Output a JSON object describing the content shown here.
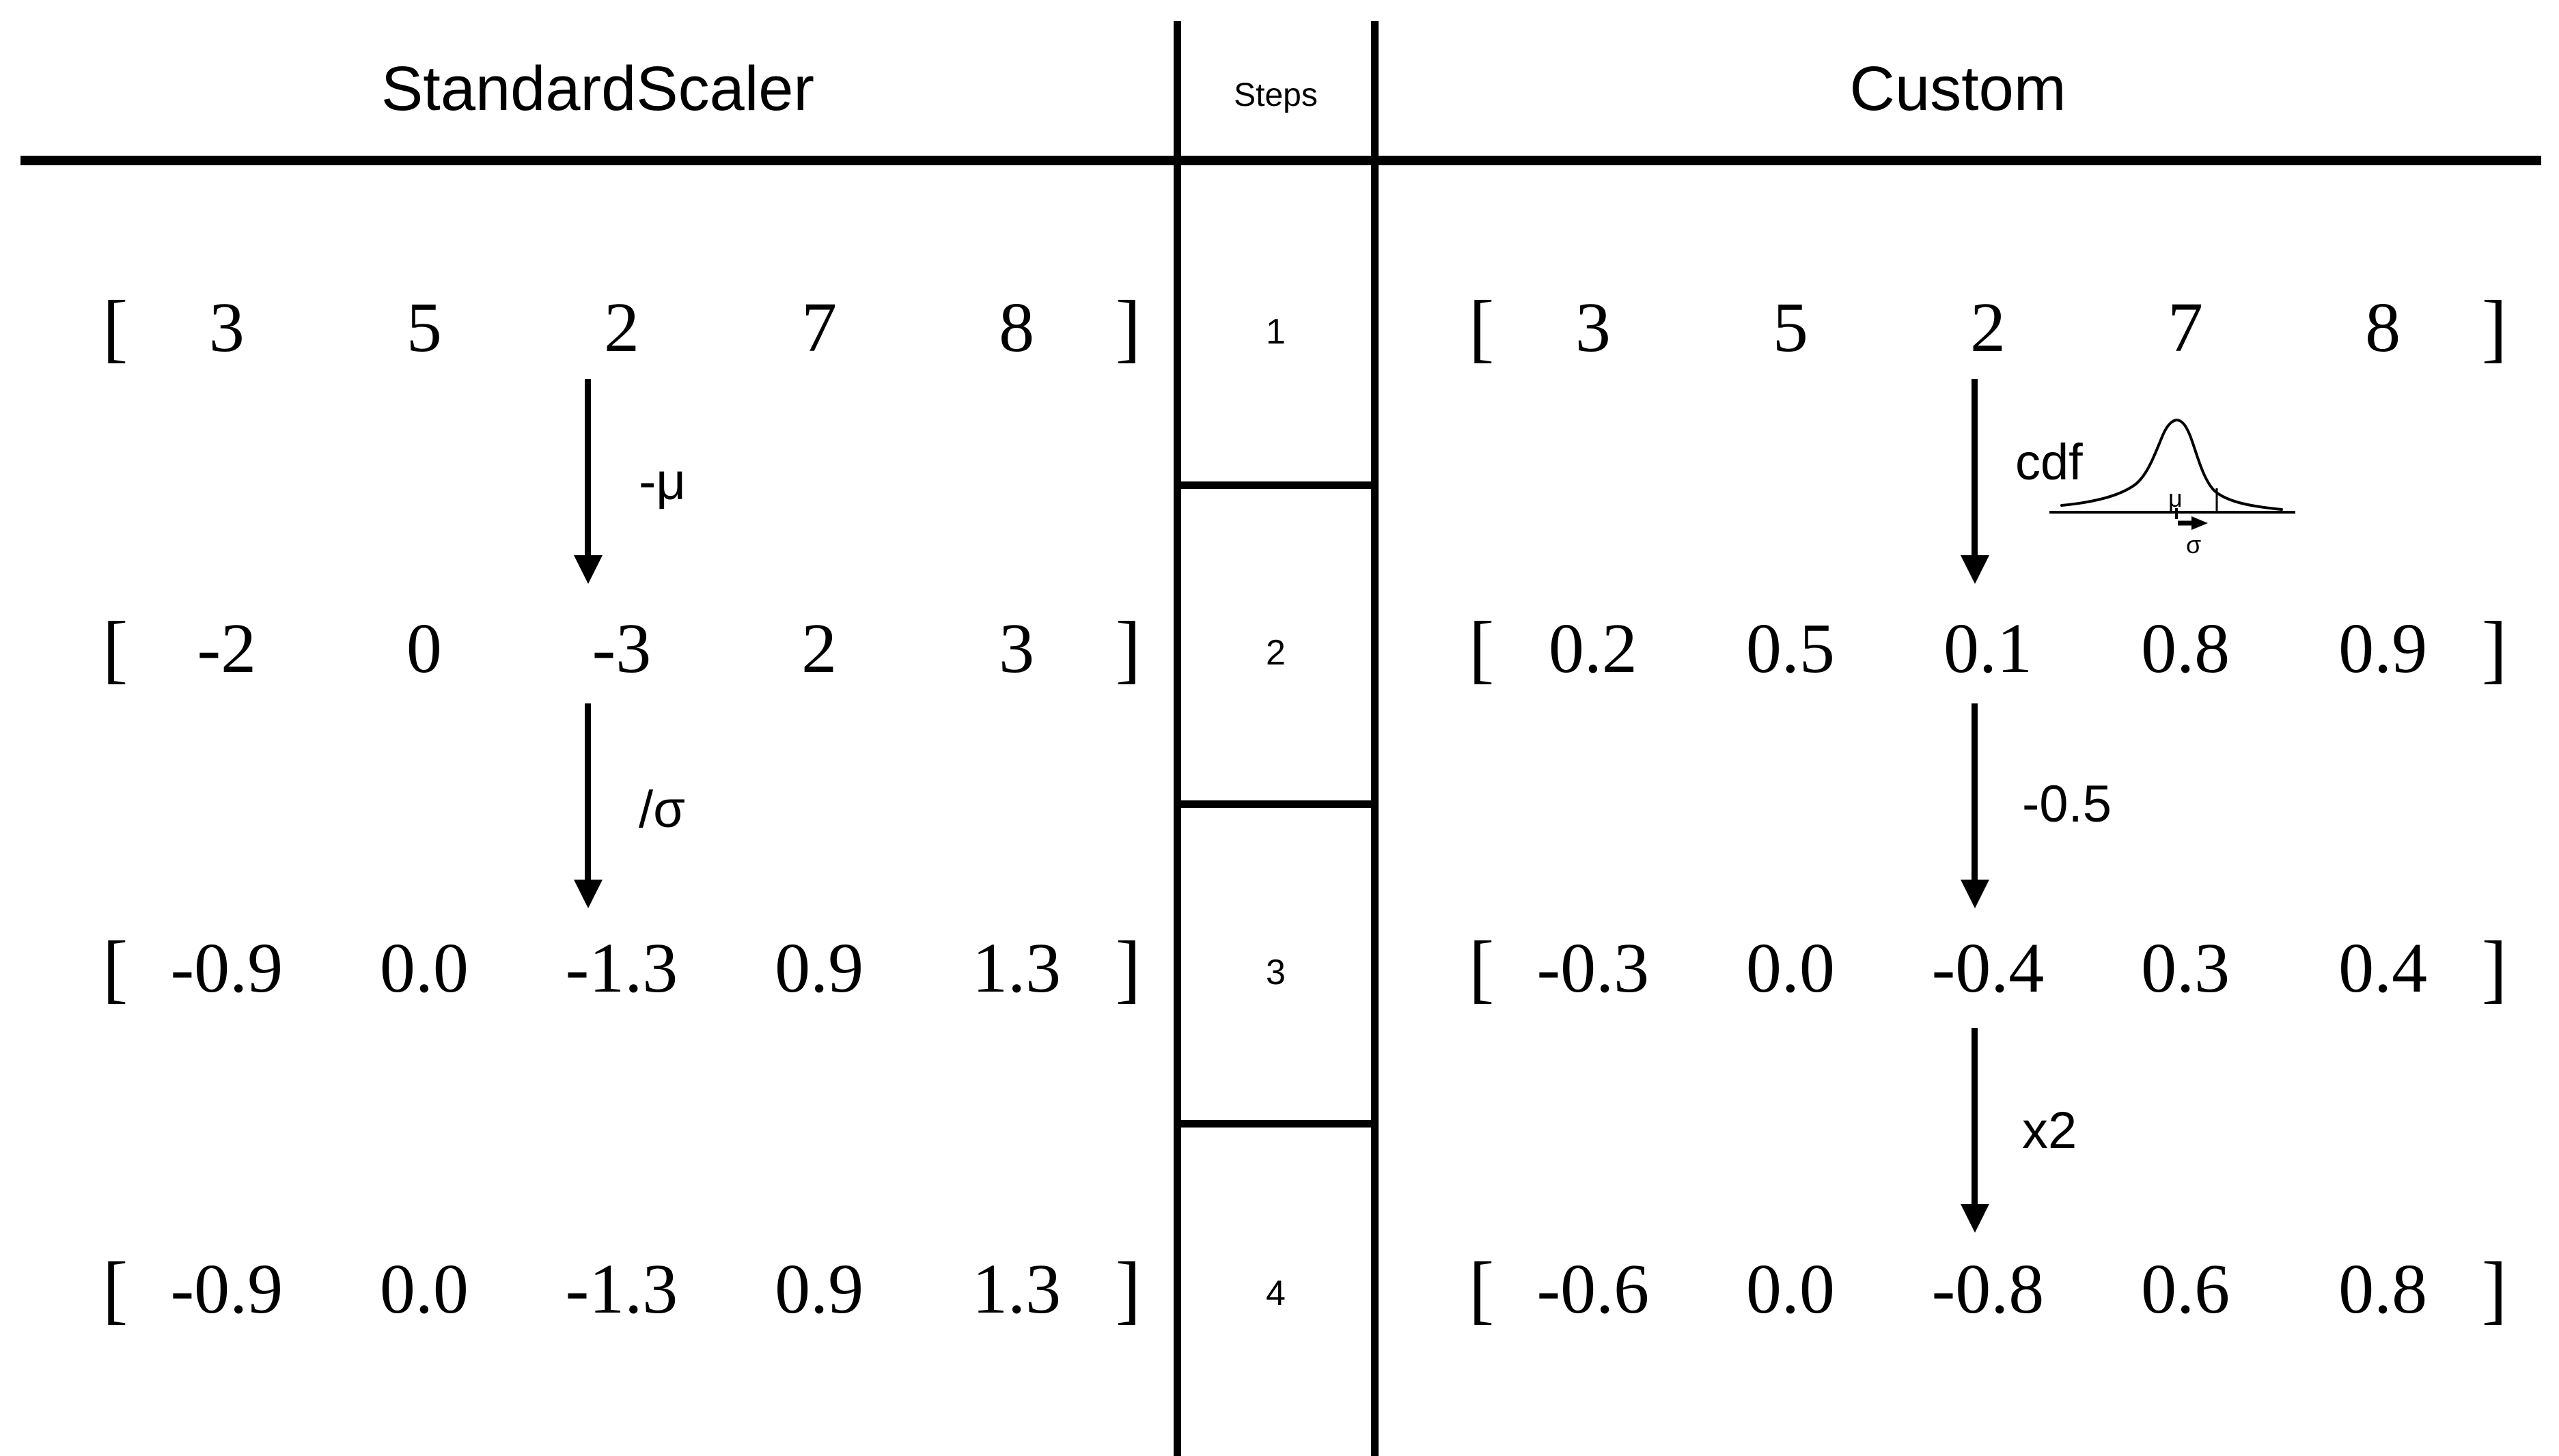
{
  "diagram": {
    "title_left": "StandardScaler",
    "title_middle": "Steps",
    "title_right": "Custom",
    "steps": [
      "1",
      "2",
      "3",
      "4"
    ],
    "open_bracket": "[",
    "close_bracket": "]",
    "left_column": {
      "name": "StandardScaler",
      "rows": [
        {
          "step": "1",
          "values": [
            "3",
            "5",
            "2",
            "7",
            "8"
          ]
        },
        {
          "step": "2",
          "values": [
            "-2",
            "0",
            "-3",
            "2",
            "3"
          ]
        },
        {
          "step": "3",
          "values": [
            "-0.9",
            "0.0",
            "-1.3",
            "0.9",
            "1.3"
          ]
        },
        {
          "step": "4",
          "values": [
            "-0.9",
            "0.0",
            "-1.3",
            "0.9",
            "1.3"
          ]
        }
      ],
      "transitions": [
        {
          "from_step": "1",
          "to_step": "2",
          "label": "-μ"
        },
        {
          "from_step": "2",
          "to_step": "3",
          "label": "/σ"
        }
      ]
    },
    "right_column": {
      "name": "Custom",
      "rows": [
        {
          "step": "1",
          "values": [
            "3",
            "5",
            "2",
            "7",
            "8"
          ]
        },
        {
          "step": "2",
          "values": [
            "0.2",
            "0.5",
            "0.1",
            "0.8",
            "0.9"
          ]
        },
        {
          "step": "3",
          "values": [
            "-0.3",
            "0.0",
            "-0.4",
            "0.3",
            "0.4"
          ]
        },
        {
          "step": "4",
          "values": [
            "-0.6",
            "0.0",
            "-0.8",
            "0.6",
            "0.8"
          ]
        }
      ],
      "transitions": [
        {
          "from_step": "1",
          "to_step": "2",
          "label": "cdf"
        },
        {
          "from_step": "2",
          "to_step": "3",
          "label": "-0.5"
        },
        {
          "from_step": "3",
          "to_step": "4",
          "label": "x2"
        }
      ]
    },
    "cdf_inset": {
      "label": "cdf",
      "mean_label": "μ",
      "sigma_label": "σ"
    },
    "colors": {
      "ink": "#000000",
      "background": "#ffffff"
    }
  }
}
